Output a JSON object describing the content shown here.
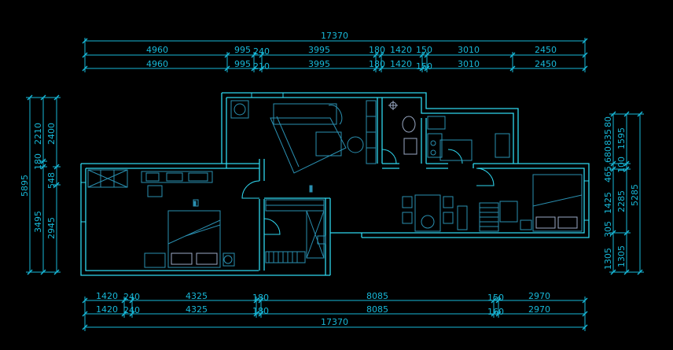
{
  "colors": {
    "background": "#000000",
    "dimension": "#17b8d8",
    "wall": "#2fd6ee",
    "furniture": "#2a8fb0",
    "fixture": "#9aa9c4"
  },
  "top_dimensions": {
    "overall": "17370",
    "row1": [
      "4960",
      "995",
      "240",
      "3995",
      "180",
      "1420",
      "150",
      "3010",
      "2450"
    ],
    "row2": [
      "4960",
      "995",
      "210",
      "3995",
      "180",
      "1420",
      "150",
      "3010",
      "2450"
    ]
  },
  "bottom_dimensions": {
    "row1": [
      "1420",
      "240",
      "4325",
      "180",
      "8085",
      "150",
      "2970"
    ],
    "row2": [
      "1420",
      "240",
      "4325",
      "180",
      "8085",
      "160",
      "2970"
    ],
    "overall": "17370"
  },
  "left_dimensions": {
    "overall": "5895",
    "col1": [
      "2210",
      "180",
      "3495"
    ],
    "col2": [
      "2400",
      "548",
      "2945"
    ]
  },
  "right_dimensions": {
    "col1": [
      "465",
      "680",
      "835",
      "80",
      "1425",
      "305",
      "1305"
    ],
    "col2": [
      "1595",
      "100",
      "2285",
      "1305"
    ],
    "col3": [
      "5285"
    ]
  }
}
